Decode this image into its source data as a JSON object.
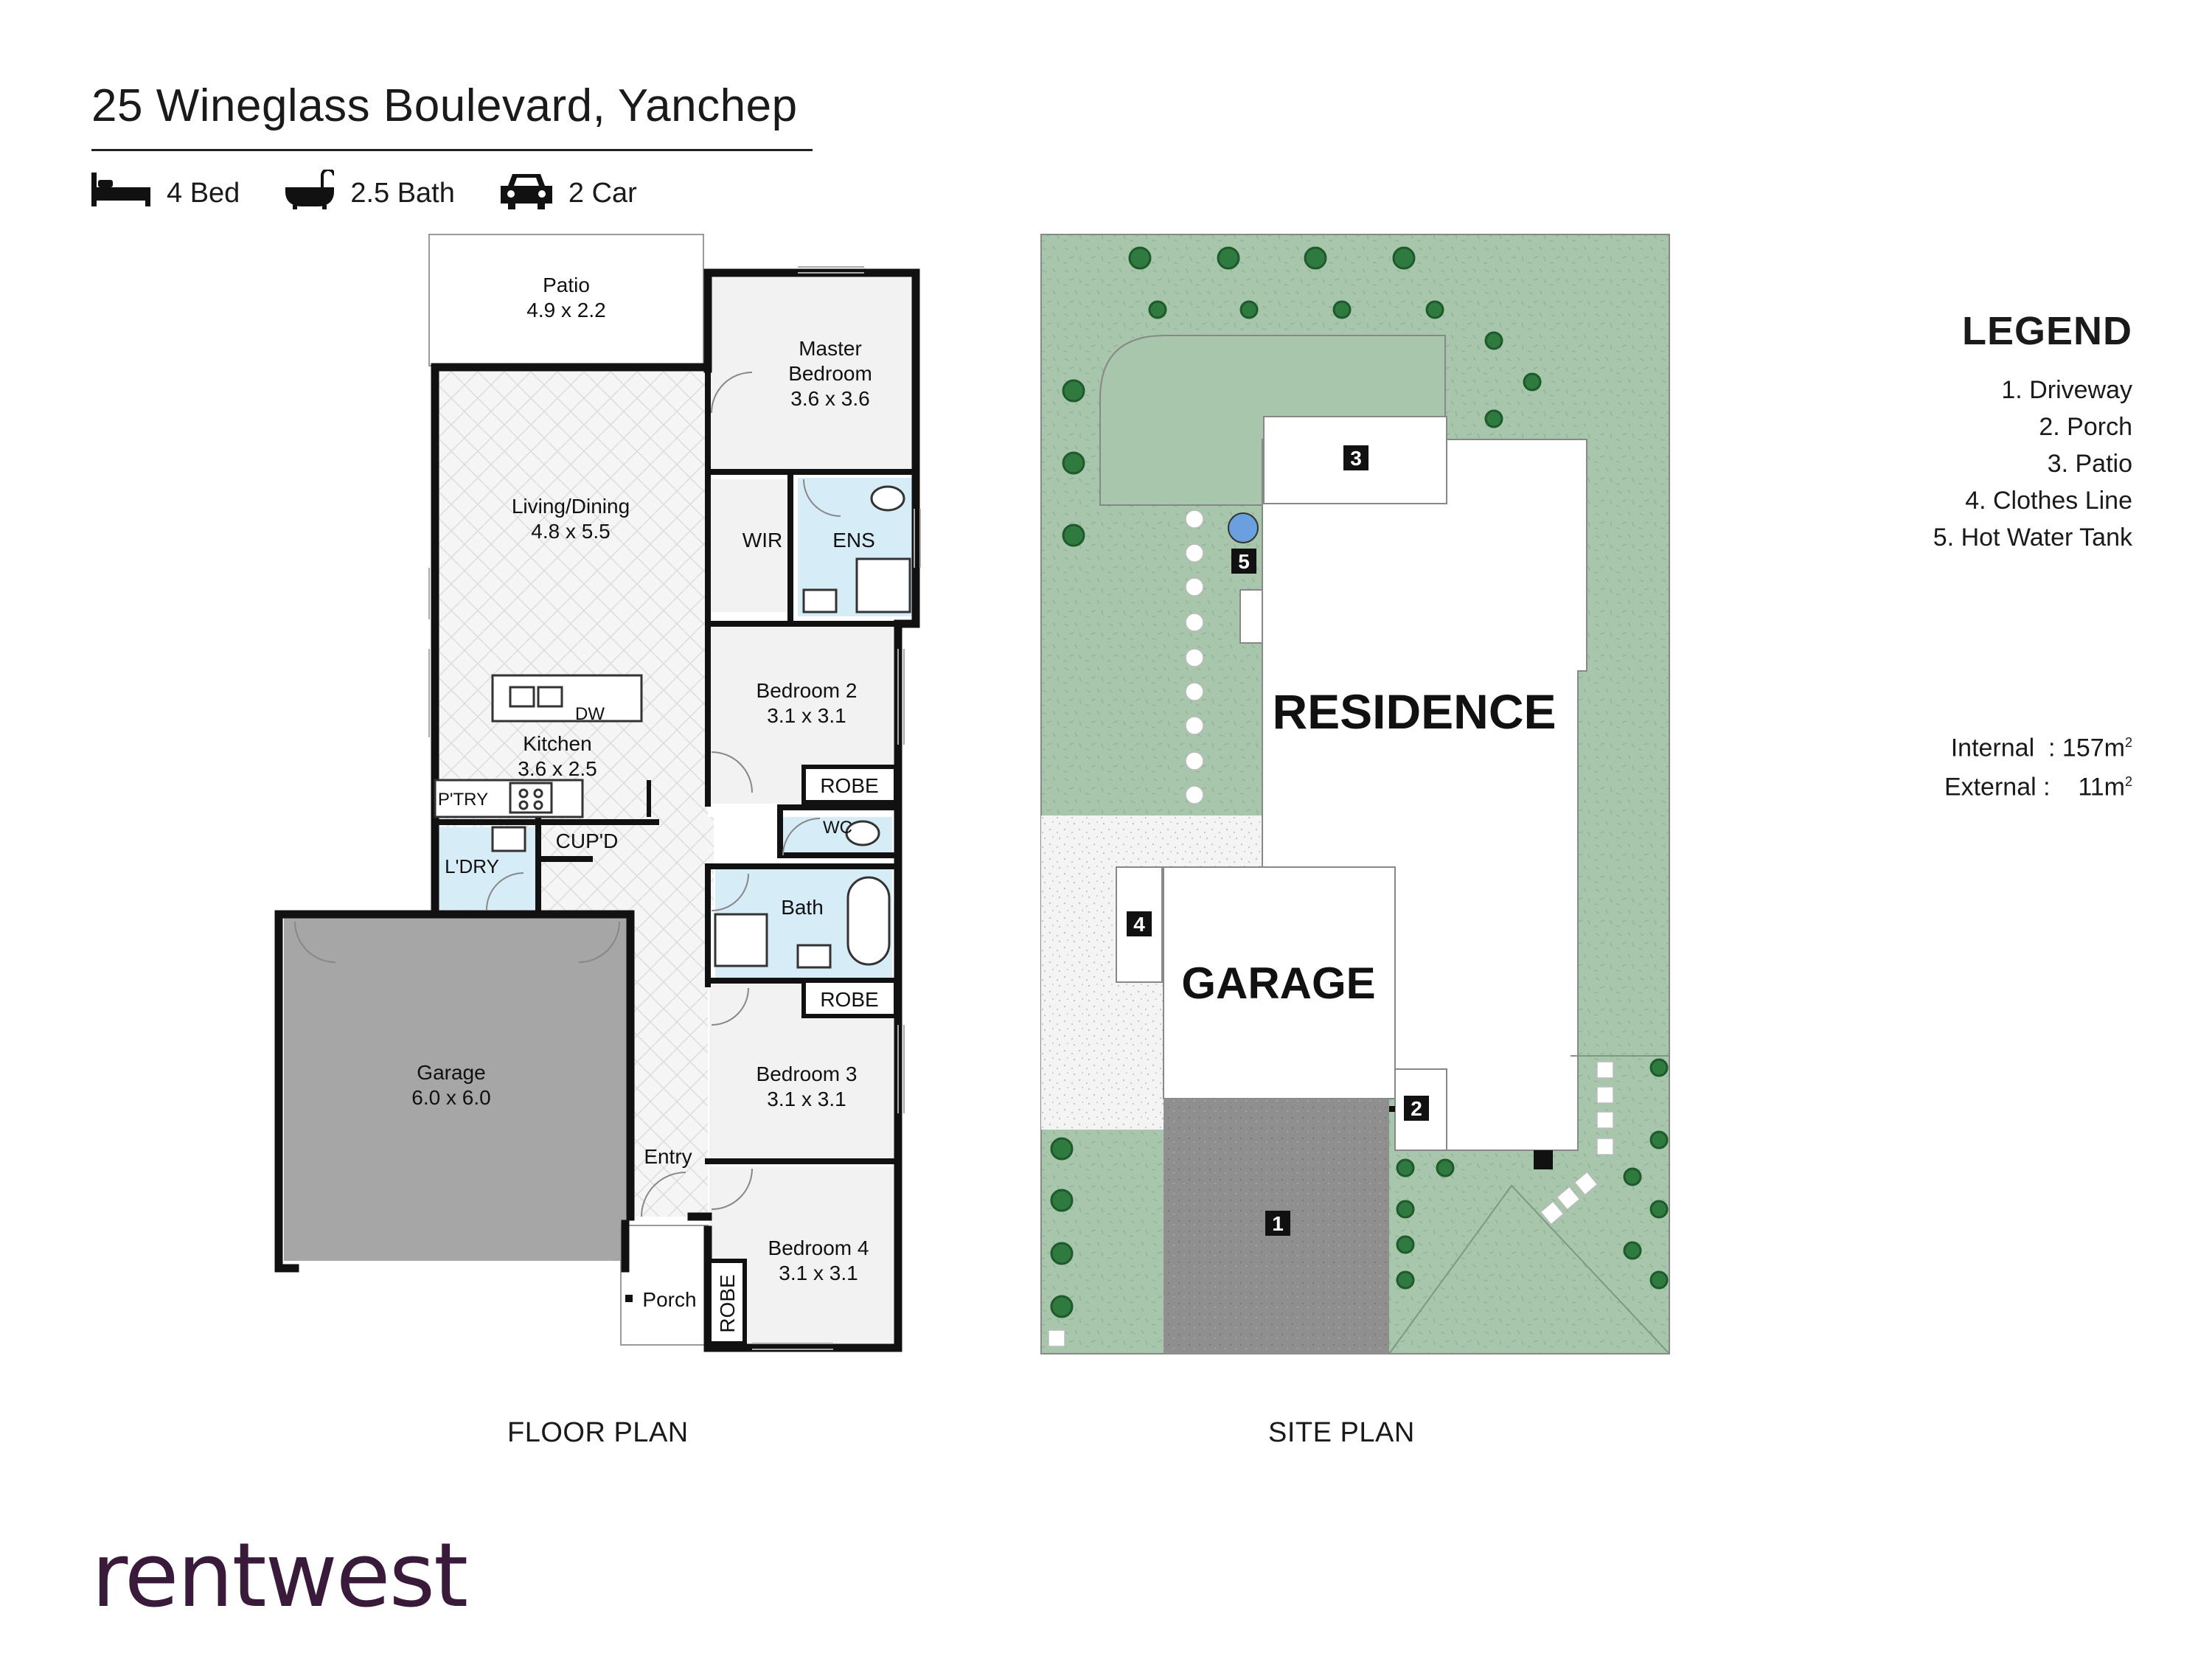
{
  "title": "25 Wineglass Boulevard, Yanchep",
  "specs": {
    "bed": {
      "label": "4 Bed",
      "icon": "bed-icon"
    },
    "bath": {
      "label": "2.5 Bath",
      "icon": "bath-icon"
    },
    "car": {
      "label": "2 Car",
      "icon": "car-icon"
    }
  },
  "floor_plan": {
    "caption": "FLOOR PLAN",
    "rooms": {
      "patio": {
        "name": "Patio",
        "size": "4.9 x 2.2"
      },
      "master": {
        "name": "Master",
        "name2": "Bedroom",
        "size": "3.6 x 3.6"
      },
      "living": {
        "name": "Living/Dining",
        "size": "4.8 x 5.5"
      },
      "wir": {
        "name": "WIR"
      },
      "ens": {
        "name": "ENS"
      },
      "bed2": {
        "name": "Bedroom 2",
        "size": "3.1 x 3.1"
      },
      "robe1": {
        "name": "ROBE"
      },
      "kitchen": {
        "name": "Kitchen",
        "size": "3.6 x 2.5"
      },
      "dw": {
        "name": "DW"
      },
      "ptry": {
        "name": "P'TRY"
      },
      "wc": {
        "name": "WC"
      },
      "ldry": {
        "name": "L'DRY"
      },
      "cupd": {
        "name": "CUP'D"
      },
      "bath": {
        "name": "Bath"
      },
      "garage": {
        "name": "Garage",
        "size": "6.0 x 6.0"
      },
      "robe2": {
        "name": "ROBE"
      },
      "bed3": {
        "name": "Bedroom 3",
        "size": "3.1 x 3.1"
      },
      "entry": {
        "name": "Entry"
      },
      "bed4": {
        "name": "Bedroom 4",
        "size": "3.1 x 3.1"
      },
      "porch": {
        "name": "Porch"
      },
      "robe3": {
        "name": "ROBE"
      }
    }
  },
  "site_plan": {
    "caption": "SITE PLAN",
    "residence": "RESIDENCE",
    "garage": "GARAGE",
    "markers": [
      "1",
      "2",
      "3",
      "4",
      "5"
    ]
  },
  "legend": {
    "title": "LEGEND",
    "items": [
      "1. Driveway",
      "2. Porch",
      "3. Patio",
      "4. Clothes Line",
      "5. Hot Water Tank"
    ]
  },
  "areas": {
    "internal_label": "Internal",
    "internal_value": ": 157m",
    "external_label": "External",
    "external_value": ":    11m",
    "unit_sup": "2"
  },
  "brand": "rentwest",
  "colors": {
    "lawn": "#a8c6ab",
    "tree": "#2f7a3e",
    "wet_area": "#d6ecf7",
    "garage_floor": "#a6a6a6",
    "driveway": "#8f8f8f",
    "wall": "#111111",
    "brand": "#3a1a3a"
  }
}
